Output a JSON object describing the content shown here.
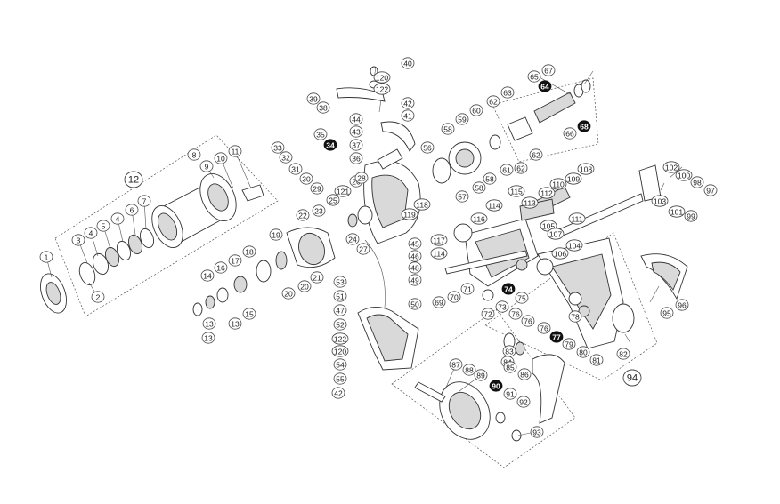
{
  "labels": [
    "1",
    "2",
    "3",
    "4",
    "4",
    "5",
    "6",
    "7",
    "8",
    "9",
    "10",
    "11",
    "12",
    "13",
    "13",
    "13",
    "14",
    "15",
    "16",
    "17",
    "18",
    "19",
    "20",
    "20",
    "21",
    "22",
    "23",
    "24",
    "25",
    "26",
    "27",
    "28",
    "29",
    "30",
    "31",
    "32",
    "33",
    "34",
    "35",
    "36",
    "37",
    "38",
    "39",
    "40",
    "41",
    "42",
    "42",
    "43",
    "44",
    "45",
    "46",
    "47",
    "48",
    "49",
    "50",
    "51",
    "52",
    "53",
    "54",
    "55",
    "56",
    "57",
    "58",
    "58",
    "58",
    "59",
    "60",
    "61",
    "62",
    "62",
    "62",
    "63",
    "64",
    "65",
    "66",
    "67",
    "68",
    "69",
    "70",
    "71",
    "72",
    "73",
    "74",
    "75",
    "76",
    "76",
    "76",
    "77",
    "78",
    "79",
    "80",
    "81",
    "82",
    "83",
    "84",
    "85",
    "86",
    "87",
    "88",
    "89",
    "90",
    "91",
    "92",
    "93",
    "94",
    "95",
    "96",
    "97",
    "98",
    "99",
    "100",
    "101",
    "102",
    "103",
    "104",
    "105",
    "106",
    "107",
    "108",
    "109",
    "110",
    "111",
    "112",
    "113",
    "114",
    "114",
    "115",
    "116",
    "117",
    "118",
    "119",
    "120",
    "120",
    "121",
    "122",
    "122"
  ]
}
